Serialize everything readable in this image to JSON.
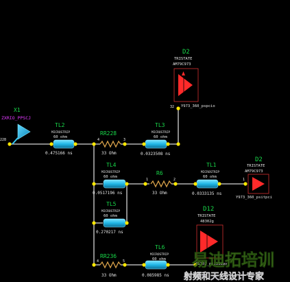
{
  "colors": {
    "background": "#000000",
    "label_green": "#19d94a",
    "text_white": "#e8e8e8",
    "diode_red": "#ff2a2a",
    "microstrip_cyan": "#20c8f0",
    "resistor_orange": "#d9a24a",
    "node_yellow": "#ffe800",
    "port_magenta": "#e23aff"
  },
  "components": {
    "x1": {
      "ref": "X1",
      "value": "ZXRIO_PPSCJ",
      "pin": "228"
    },
    "tl2": {
      "ref": "TL2",
      "type": "MICROSTRIP",
      "impedance": "60 ohm",
      "delay": "0.475166 ns"
    },
    "rr228": {
      "ref": "RR228",
      "value": "33 Ohm",
      "pin_in": "4",
      "pin_out": "3"
    },
    "tl3": {
      "ref": "TL3",
      "type": "MICROSTRIP",
      "impedance": "60 ohm",
      "delay": "0.0323508 ns"
    },
    "d2_top": {
      "ref": "D2",
      "type": "TRISTATE",
      "part": "AM79C973",
      "net": "Y973_360_pspcio",
      "pin": "32"
    },
    "tl4": {
      "ref": "TL4",
      "type": "MICROSTRIP",
      "impedance": "60 ohm",
      "delay": "0.0517196 ns"
    },
    "r6": {
      "ref": "R6",
      "value": "33 Ohm",
      "pin_in": "1",
      "pin_out": "2"
    },
    "tl1": {
      "ref": "TL1",
      "type": "MICROSTRIP",
      "impedance": "60 ohm",
      "delay": "0.0333135 ns"
    },
    "d2_right": {
      "ref": "D2",
      "type": "TRISTATE",
      "part": "AM79C973",
      "net": "Y973_360_psitpci",
      "pin": "1"
    },
    "tl5": {
      "ref": "TL5",
      "type": "MICROSTRIP",
      "impedance": "60 ohm",
      "delay": "0.270217 ns"
    },
    "rr236": {
      "ref": "RR236",
      "value": "33 Ohm",
      "pin_in": "4",
      "pin_out": "5"
    },
    "tl6": {
      "ref": "TL6",
      "type": "MICROSTRIP",
      "impedance": "60 ohm",
      "delay": "0.085985 ns"
    },
    "d12": {
      "ref": "D12",
      "type": "TRISTATE",
      "part": "48302g",
      "net": "48302_pci33dav"
    }
  },
  "watermark": {
    "main": "易迪拓培训",
    "sub": "射频和天线设计专家"
  },
  "icons": {
    "source_port": "source-port-icon",
    "driver": "tristate-driver-icon",
    "microstrip": "microstrip-line-icon",
    "resistor": "resistor-zigzag-icon",
    "junction": "junction-dot-icon"
  }
}
